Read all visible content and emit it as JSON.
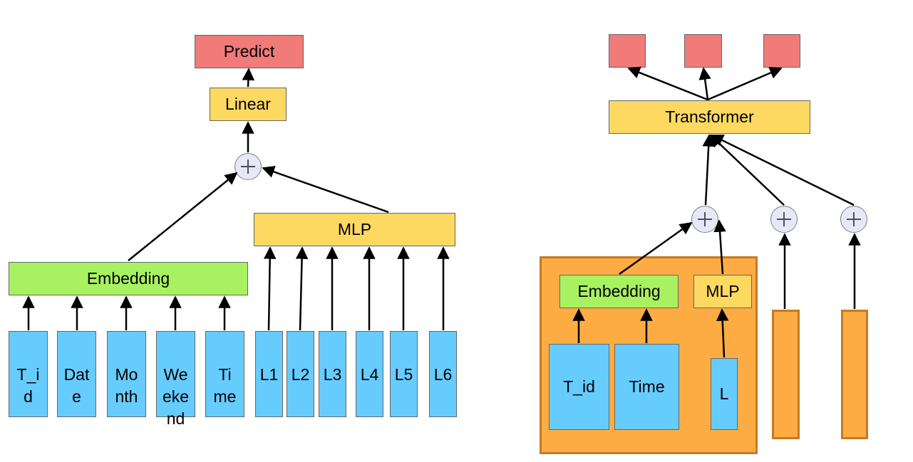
{
  "left": {
    "predict_label": "Predict",
    "linear_label": "Linear",
    "embedding_label": "Embedding",
    "mlp_label": "MLP",
    "embedding_inputs": [
      "T_i\nd",
      "Dat\ne",
      "Mo\nnth",
      "We\neke\nnd",
      "Ti\nme"
    ],
    "mlp_inputs": [
      "L1",
      "L2",
      "L3",
      "L4",
      "L5",
      "L6"
    ]
  },
  "right": {
    "transformer_label": "Transformer",
    "embedding_label": "Embedding",
    "mlp_label": "MLP",
    "inputs": [
      "T_id",
      "Time",
      "L"
    ]
  },
  "colors": {
    "predict": "#f07b78",
    "yellow": "#fdd961",
    "green": "#a8f160",
    "blue": "#66ccfe",
    "orange": "#fdac43"
  }
}
